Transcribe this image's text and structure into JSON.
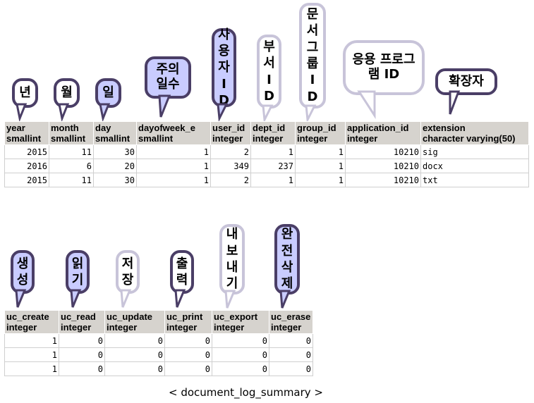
{
  "callouts_top": {
    "year": "년",
    "month": "월",
    "day": "일",
    "dayofweek": "주의 일수",
    "user_id": "사용자ID",
    "dept_id": "부서ID",
    "group_id": "문서그룹ID",
    "application_id": "응용 프로그램 ID",
    "extension": "확장자"
  },
  "callouts_bottom": {
    "uc_create": "생성",
    "uc_read": "읽기",
    "uc_update": "저장",
    "uc_print": "출력",
    "uc_export": "내보내기",
    "uc_erase": "완전삭제"
  },
  "table1": {
    "headers": [
      {
        "name": "year",
        "type": "smallint"
      },
      {
        "name": "month",
        "type": "smallint"
      },
      {
        "name": "day",
        "type": "smallint"
      },
      {
        "name": "dayofweek_e",
        "type": "smallint"
      },
      {
        "name": "user_id",
        "type": "integer"
      },
      {
        "name": "dept_id",
        "type": "integer"
      },
      {
        "name": "group_id",
        "type": "integer"
      },
      {
        "name": "application_id",
        "type": "integer"
      },
      {
        "name": "extension",
        "type": "character varying(50)"
      }
    ],
    "rows": [
      [
        "2015",
        "11",
        "30",
        "1",
        "2",
        "1",
        "1",
        "10210",
        "sig"
      ],
      [
        "2016",
        "6",
        "20",
        "1",
        "349",
        "237",
        "1",
        "10210",
        "docx"
      ],
      [
        "2015",
        "11",
        "30",
        "1",
        "2",
        "1",
        "1",
        "10210",
        "txt"
      ]
    ]
  },
  "table2": {
    "headers": [
      {
        "name": "uc_create",
        "type": "integer"
      },
      {
        "name": "uc_read",
        "type": "integer"
      },
      {
        "name": "uc_update",
        "type": "integer"
      },
      {
        "name": "uc_print",
        "type": "integer"
      },
      {
        "name": "uc_export",
        "type": "integer"
      },
      {
        "name": "uc_erase",
        "type": "integer"
      }
    ],
    "rows": [
      [
        "1",
        "0",
        "0",
        "0",
        "0",
        "0"
      ],
      [
        "1",
        "0",
        "0",
        "0",
        "0",
        "0"
      ],
      [
        "1",
        "0",
        "0",
        "0",
        "0",
        "0"
      ]
    ]
  },
  "caption": "< document_log_summary >"
}
